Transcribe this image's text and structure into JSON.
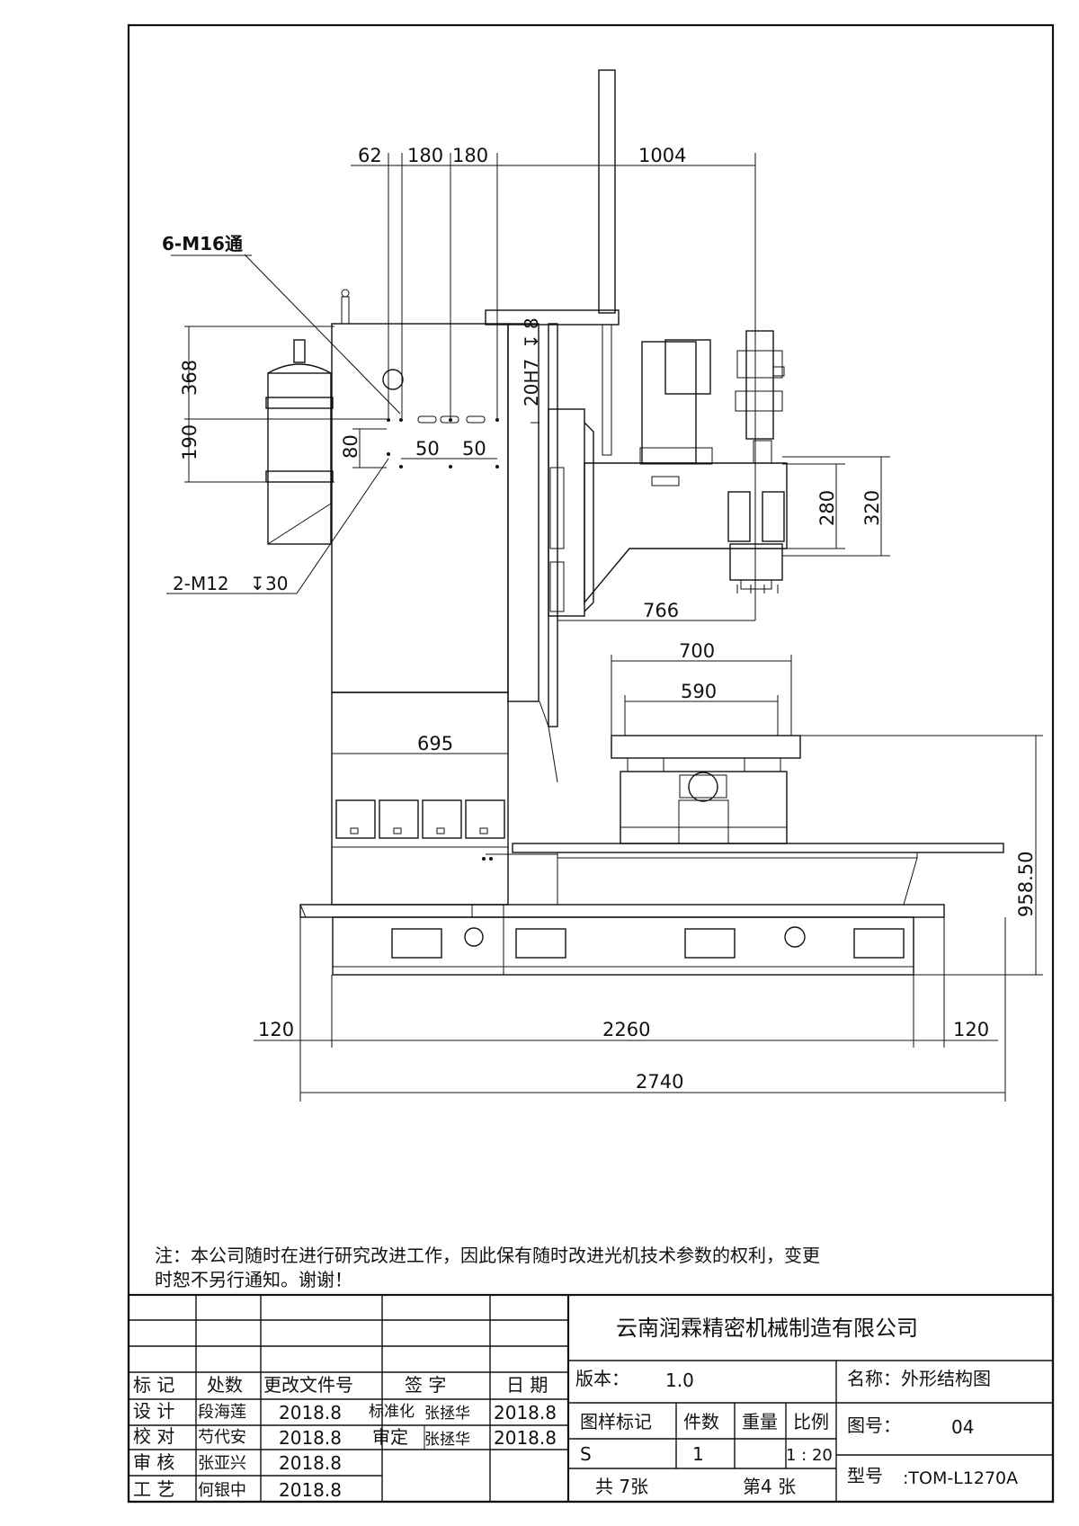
{
  "drawing": {
    "callouts": {
      "thread_through": "6-M16通",
      "thread_blind": "2-M12",
      "thread_blind_depth": "30",
      "bore_fit": "20H7",
      "bore_depth": "8"
    },
    "dimensions": {
      "top_62": "62",
      "top_180a": "180",
      "top_180b": "180",
      "top_1004": "1004",
      "left_368": "368",
      "left_190": "190",
      "left_80": "80",
      "hole_50a": "50",
      "hole_50b": "50",
      "head_280": "280",
      "head_320": "320",
      "reach_766": "766",
      "table_700": "700",
      "table_590": "590",
      "column_695": "695",
      "height_958_50": "958.50",
      "base_120_left": "120",
      "base_2260": "2260",
      "base_120_right": "120",
      "base_2740": "2740"
    }
  },
  "note": {
    "line1": "注：本公司随时在进行研究改进工作，因此保有随时改进光机技术参数的权利，变更",
    "line2": "时恕不另行通知。谢谢！"
  },
  "title_block": {
    "company": "云南润霖精密机械制造有限公司",
    "headers": {
      "mark": "标 记",
      "count": "处数",
      "doc_no": "更改文件号",
      "signature": "签 字",
      "date": "日 期"
    },
    "rows": [
      {
        "role": "设 计",
        "name": "段海莲",
        "date": "2018.8"
      },
      {
        "role": "校 对",
        "name": "芍代安",
        "date": "2018.8"
      },
      {
        "role": "审 核",
        "name": "张亚兴",
        "date": "2018.8"
      },
      {
        "role": "工 艺",
        "name": "何银中",
        "date": "2018.8"
      }
    ],
    "standardization": {
      "label": "标准化",
      "name": "张拯华",
      "date": "2018.8"
    },
    "approval": {
      "label": "审定",
      "name": "张拯华",
      "date": "2018.8"
    },
    "version_label": "版本：",
    "version_value": "1.0",
    "pattern_mark_label": "图样标记",
    "pieces_label": "件数",
    "weight_label": "重量",
    "scale_label": "比例",
    "pattern_mark_value": "S",
    "pieces_value": "1",
    "scale_value": "1 : 20",
    "total_sheets": "共 7张",
    "sheet_no": "第4 张",
    "name_label": "名称：外形结构图",
    "drawing_no_label": "图号：",
    "drawing_no_value": "04",
    "model_label": "型号",
    "model_value": ":TOM-L1270A"
  }
}
